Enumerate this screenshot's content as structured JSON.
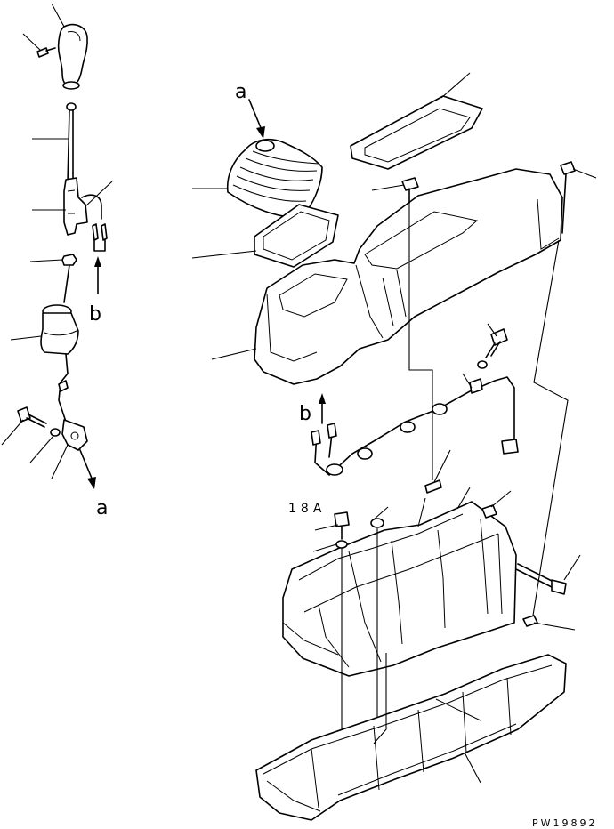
{
  "diagram": {
    "drawing_code": "PW19892",
    "ref_a_top": "a",
    "ref_a_bottom": "a",
    "ref_b_left": "b",
    "ref_b_center": "b",
    "ref_fuse": "18A"
  }
}
